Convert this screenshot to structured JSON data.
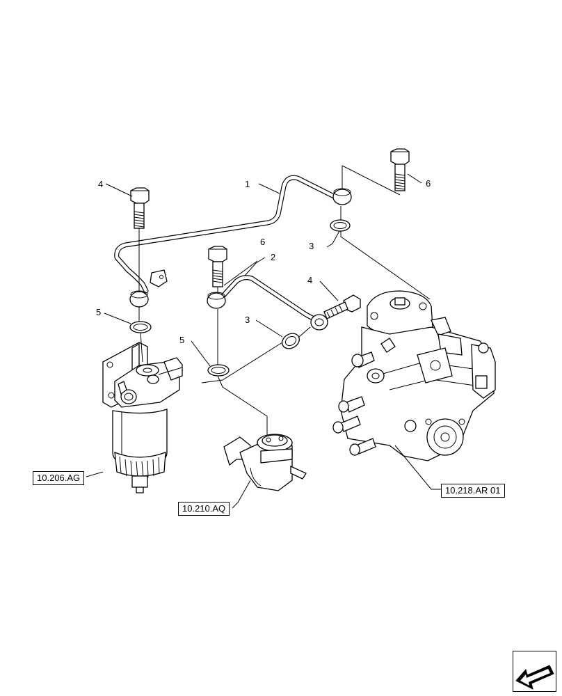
{
  "callouts": {
    "c1": "1",
    "c2": "2",
    "c3a": "3",
    "c3b": "3",
    "c4a": "4",
    "c4b": "4",
    "c5a": "5",
    "c5b": "5",
    "c6a": "6",
    "c6b": "6"
  },
  "references": {
    "fuel_filter": "10.206.AG",
    "feed_pump": "10.210.AQ",
    "injection_pump": "10.218.AR 01"
  },
  "nav": {
    "icon": "arrow-bottom-left-icon"
  }
}
